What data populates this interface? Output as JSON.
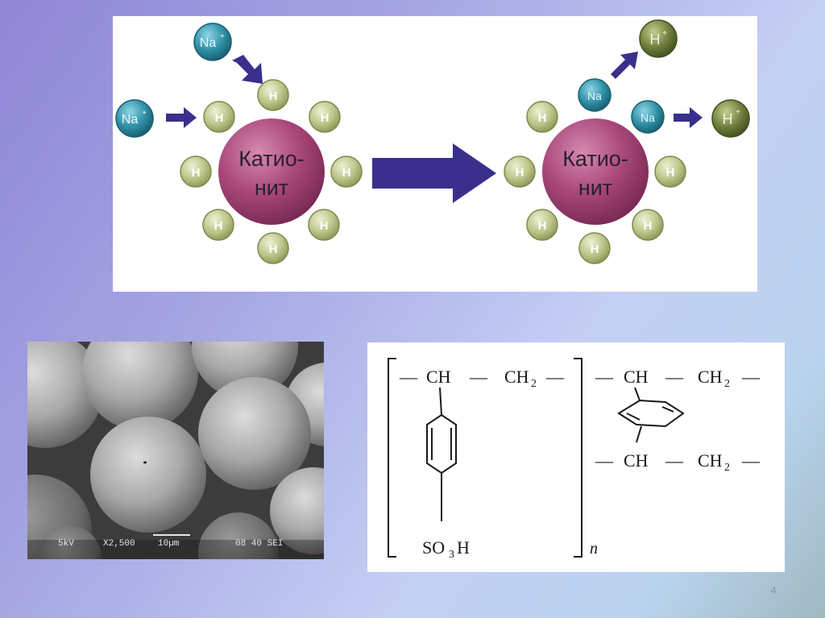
{
  "exchange_diagram": {
    "resin_label_line1": "Катио-",
    "resin_label_line2": "нит",
    "hydrogen": "H",
    "sodium": "Na",
    "sodium_ion": "Na",
    "hydrogen_ion": "H",
    "charge": "+"
  },
  "sem_image": {
    "info_voltage": "5kV",
    "info_magnification": "X2,500",
    "info_scale": "10µm",
    "info_code": "08 40 SEI"
  },
  "formula": {
    "ch": "CH",
    "ch2_base": "CH",
    "ch2_sub": "2",
    "dash": "—",
    "so3h_so": "SO",
    "so3h_sub": "3",
    "so3h_h": "H",
    "repeat_n": "n"
  },
  "slide": {
    "number": "4"
  },
  "colors": {
    "resin_fill": "#a9477a",
    "hydrogen_fill": "#b7c081",
    "sodium_fill": "#2e8fa5",
    "arrow_fill": "#3a2f8c",
    "h_plus_fill": "#5a6a32"
  }
}
